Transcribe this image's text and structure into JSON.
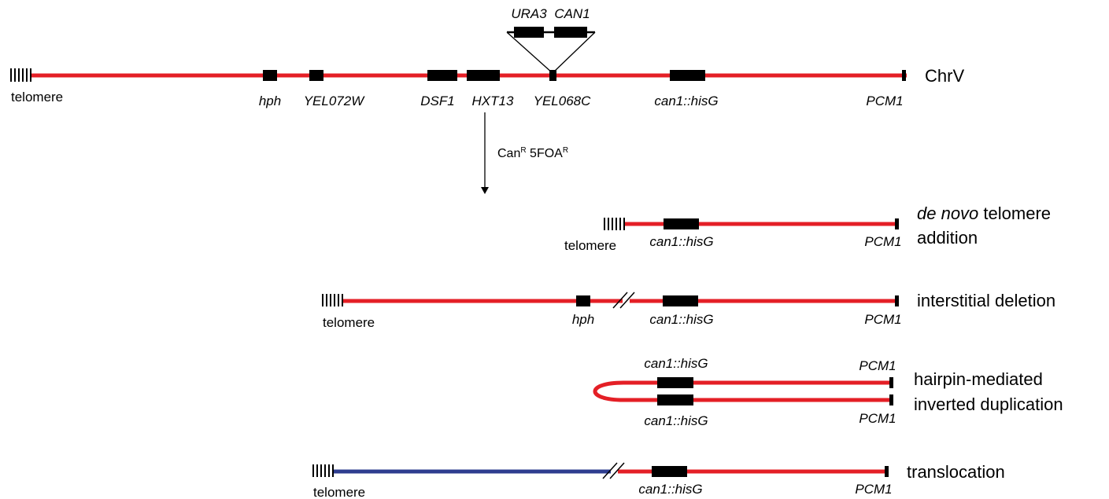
{
  "chromosome": {
    "name": "ChrV",
    "telomere": "telomere",
    "genes": {
      "hph": "hph",
      "yel072w": "YEL072W",
      "dsf1": "DSF1",
      "hxt13": "HXT13",
      "yel068c": "YEL068C",
      "can1_hisg": "can1::hisG",
      "pcm1": "PCM1"
    },
    "insert": {
      "ura3": "URA3",
      "can1": "CAN1"
    }
  },
  "selection": {
    "can": "Can",
    "can_sup": "R",
    "foa": " 5FOA",
    "foa_sup": "R"
  },
  "outcomes": {
    "de_novo": {
      "title_italic": "de novo",
      "title_rest": " telomere",
      "title_line2": "addition",
      "telomere": "telomere",
      "gene": "can1::hisG",
      "pcm1": "PCM1"
    },
    "interstitial": {
      "title": "interstitial deletion",
      "telomere": "telomere",
      "hph": "hph",
      "gene": "can1::hisG",
      "pcm1": "PCM1"
    },
    "hairpin": {
      "title_line1": "hairpin-mediated",
      "title_line2": "inverted duplication",
      "gene_top": "can1::hisG",
      "gene_bottom": "can1::hisG",
      "pcm1_top": "PCM1",
      "pcm1_bottom": "PCM1"
    },
    "translocation": {
      "title": "translocation",
      "telomere": "telomere",
      "gene": "can1::hisG",
      "pcm1": "PCM1"
    }
  },
  "colors": {
    "chromosome_v": "#e41f26",
    "other_chromosome": "#2e3d8f",
    "gene": "#000000"
  }
}
